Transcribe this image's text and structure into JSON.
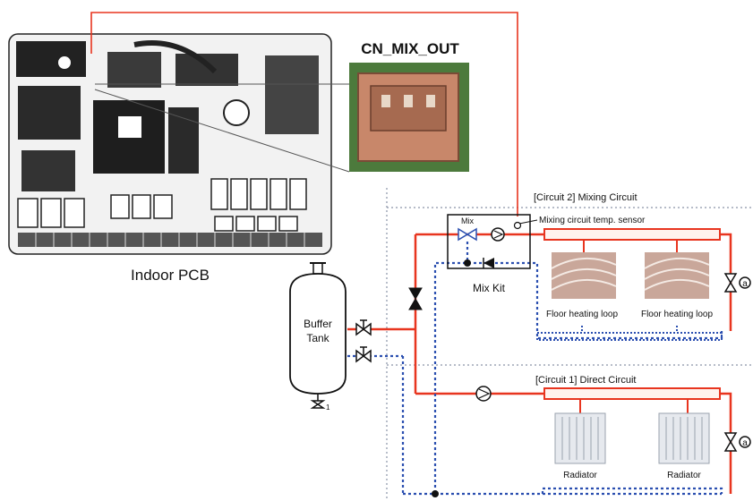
{
  "pcb": {
    "label": "Indoor PCB"
  },
  "connector": {
    "label": "CN_MIX_OUT"
  },
  "buffer_tank": {
    "line1": "Buffer",
    "line2": "Tank"
  },
  "mix_kit": {
    "label": "Mix Kit",
    "valve_label": "Mix",
    "sensor_label": "Mixing circuit temp. sensor"
  },
  "circuit2": {
    "title": "[Circuit 2] Mixing Circuit",
    "loops": [
      {
        "label": "Floor heating loop"
      },
      {
        "label": "Floor heating loop"
      }
    ],
    "bypass_symbol": "a"
  },
  "circuit1": {
    "title": "[Circuit 1] Direct Circuit",
    "radiators": [
      {
        "label": "Radiator"
      },
      {
        "label": "Radiator"
      }
    ],
    "bypass_symbol": "a"
  },
  "colors": {
    "flow": "#e8351f",
    "return": "#2b4fb0",
    "zone_divider": "#8a94a8",
    "pcb_board": "#f2f2f2",
    "connector_bg": "#4c7a3c",
    "connector_body": "#c8876a"
  }
}
